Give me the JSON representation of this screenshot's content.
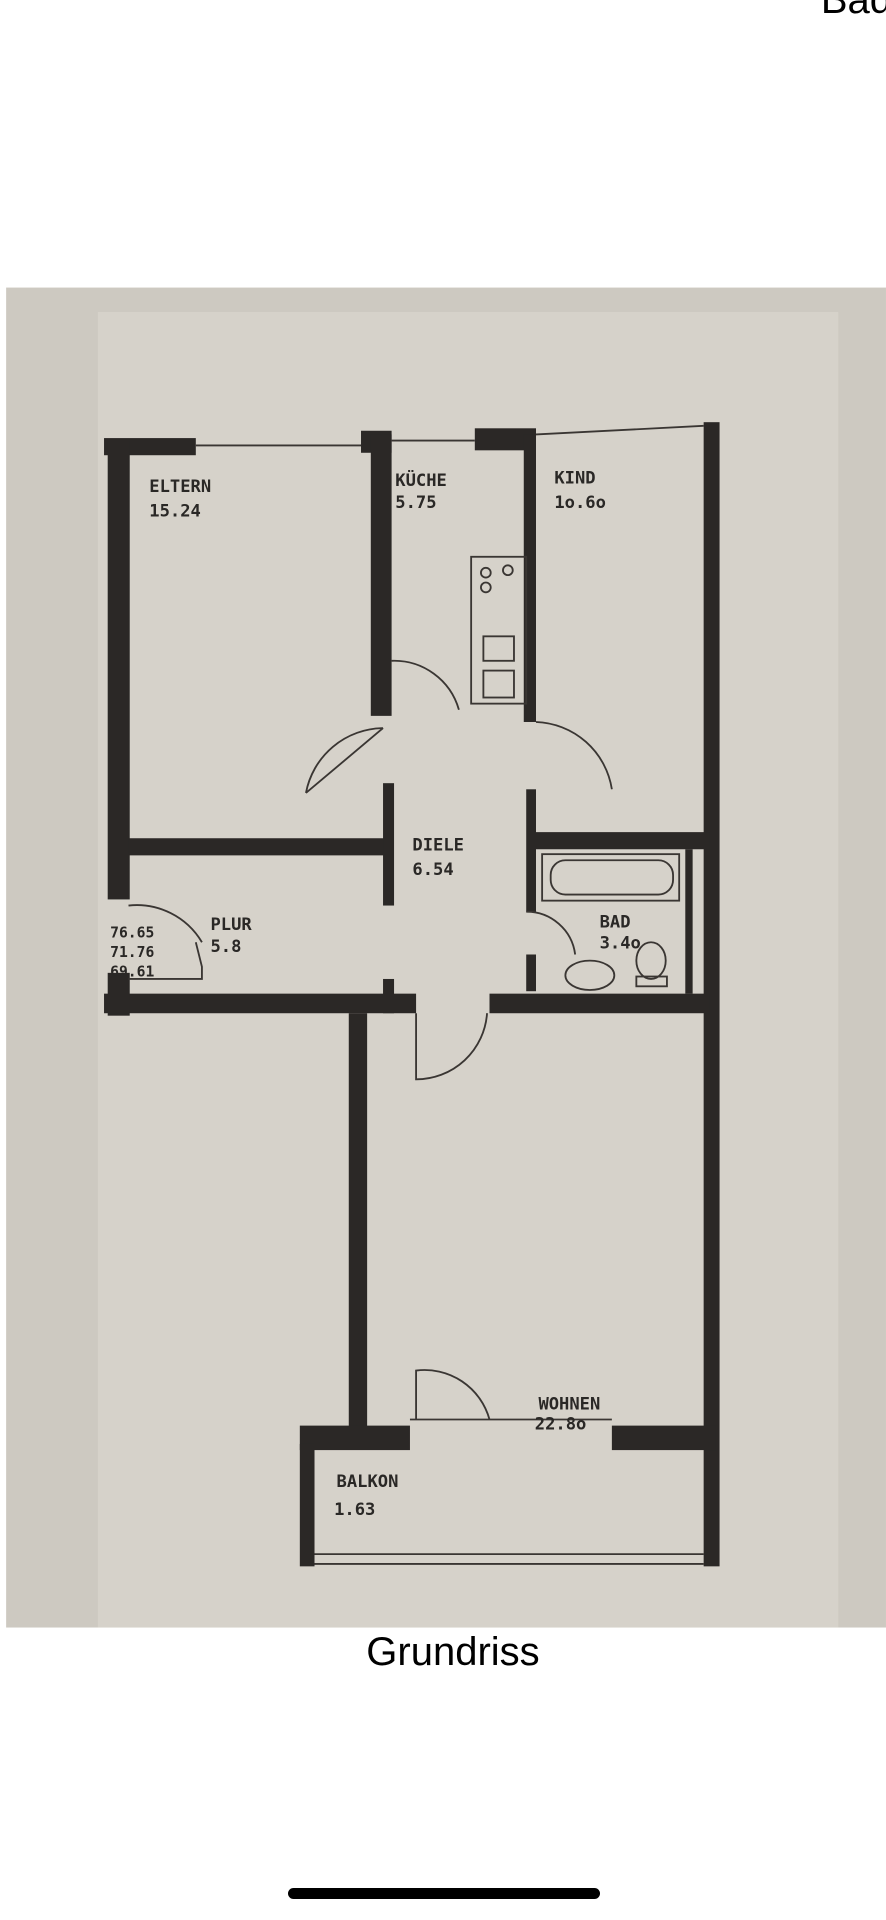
{
  "top_label": "Bad",
  "caption": "Grundriss",
  "rooms": [
    {
      "name": "ELTERN",
      "area": "15.24"
    },
    {
      "name": "KÜCHE",
      "area": "5.75"
    },
    {
      "name": "KIND",
      "area": "1o.6o"
    },
    {
      "name": "DIELE",
      "area": "6.54"
    },
    {
      "name": "PLUR",
      "area": "5.8"
    },
    {
      "name": "BAD",
      "area": "3.4o"
    },
    {
      "name": "WOHNEN",
      "area": "22.8o"
    },
    {
      "name": "BALKON",
      "area": "1.63"
    }
  ],
  "totals": [
    "76.65",
    "71.76",
    "69.61"
  ],
  "colors": {
    "paper": "#d2cec6",
    "wall": "#2b2826",
    "background": "#ffffff"
  }
}
